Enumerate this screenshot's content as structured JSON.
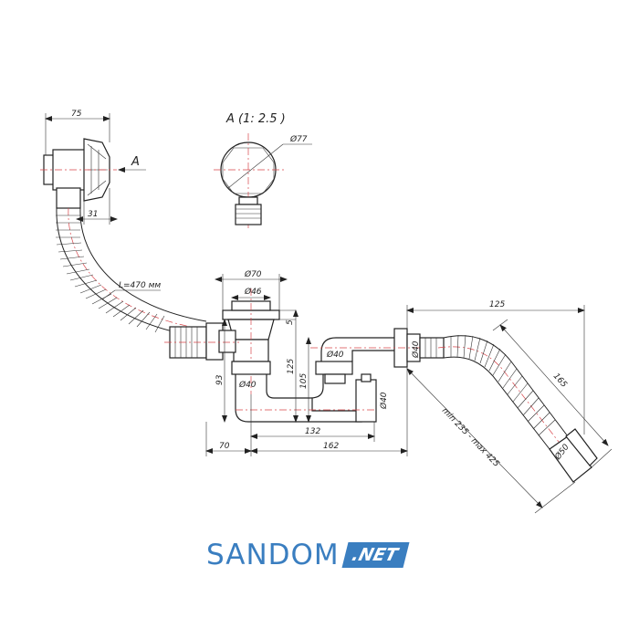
{
  "view_label": "A (1: 2.5 )",
  "arrow_label": "A",
  "dimensions": {
    "overflow_width": "75",
    "overflow_depth": "31",
    "hose_length": "L=470 мм",
    "head_diameter": "Ø77",
    "drain_outer": "Ø70",
    "drain_inner": "Ø46",
    "drain_top": "5",
    "outlet_40_a": "Ø40",
    "outlet_40_b": "Ø40",
    "outlet_40_c": "Ø40",
    "outlet_40_d": "Ø40",
    "height_93": "93",
    "height_125": "125",
    "height_105": "105",
    "width_132": "132",
    "width_70": "70",
    "width_162": "162",
    "width_125": "125",
    "length_165": "165",
    "flex_range": "min 235 - max 425",
    "flex_diameter": "Ø50"
  },
  "logo": {
    "main": "SANDOM",
    "suffix": ".NET"
  },
  "colors": {
    "line": "#222222",
    "axis": "#d8454a",
    "logo": "#3a7ec0"
  }
}
